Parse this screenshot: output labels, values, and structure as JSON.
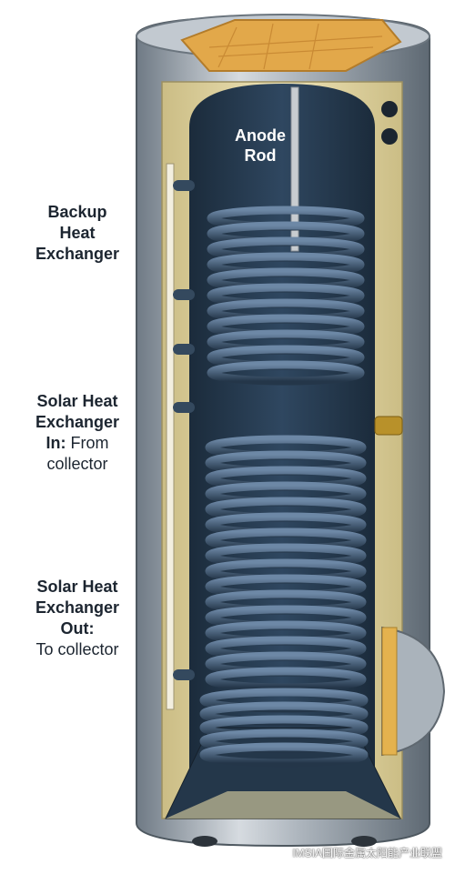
{
  "labels": {
    "anode": [
      "Anode",
      "Rod"
    ],
    "backup": [
      "Backup",
      "Heat",
      "Exchanger"
    ],
    "solar_in": {
      "line1": "Solar Heat",
      "line2": "Exchanger",
      "line3_bold": "In:",
      "line3_rest": " From",
      "line4": "collector"
    },
    "solar_out": {
      "line1": "Solar Heat",
      "line2": "Exchanger",
      "line3": "Out:",
      "line4": "To collector"
    }
  },
  "watermark": "IMSIA国际金属太阳能产业联盟",
  "colors": {
    "shell": "#9ea7b0",
    "insulation": "#e6d9a6",
    "tank": "#26394d",
    "coil": "#3b5571",
    "anode": "#c8ccd0",
    "foam_top": "#e2a84a"
  }
}
